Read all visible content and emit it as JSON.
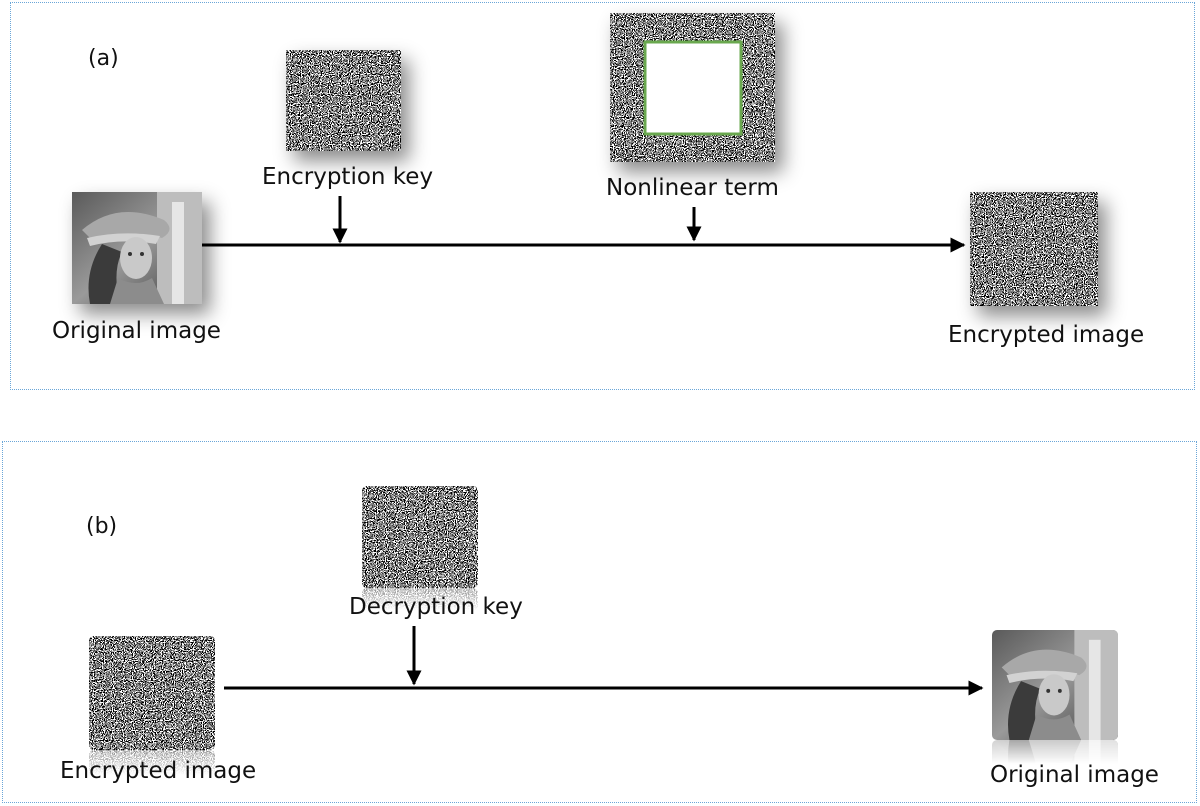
{
  "panel_a": {
    "label": "(a)",
    "original_caption": "Original image",
    "key_caption": "Encryption key",
    "nonlinear_caption": "Nonlinear term",
    "encrypted_caption": "Encrypted image"
  },
  "panel_b": {
    "label": "(b)",
    "encrypted_caption": "Encrypted image",
    "key_caption": "Decryption key",
    "original_caption": "Original image"
  },
  "colors": {
    "panel_border": "#6aa6d8",
    "nonlinear_window_border": "#6aa84f",
    "arrow": "#000000"
  },
  "icons": {
    "noise_image": "random-noise-pattern",
    "photo": "grayscale-portrait-photo"
  }
}
